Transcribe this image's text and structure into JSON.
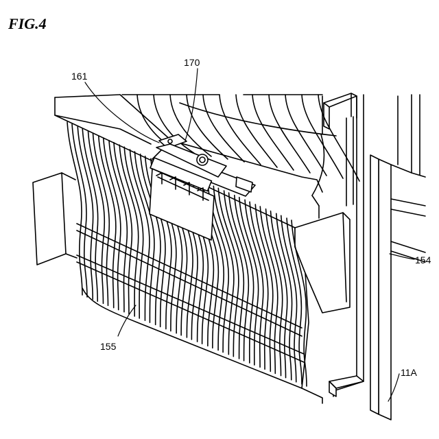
{
  "figure": {
    "title": "FIG.4",
    "labels": {
      "l161": "161",
      "l170": "170",
      "l154": "154",
      "l155": "155",
      "l11a": "11A"
    }
  }
}
